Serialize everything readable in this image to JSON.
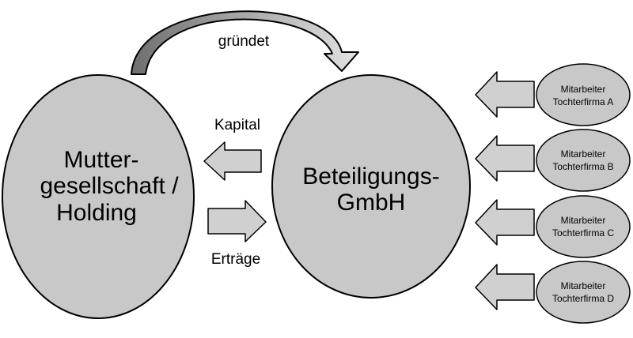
{
  "nodes": {
    "mother": {
      "line1": "Mutter-",
      "line2": "gesellschaft /",
      "line3": "Holding"
    },
    "holding": {
      "line1": "Beteiligungs-",
      "line2": "GmbH"
    },
    "employees": [
      {
        "line1": "Mitarbeiter",
        "line2": "Tochterfirma A"
      },
      {
        "line1": "Mitarbeiter",
        "line2": "Tochterfirma B"
      },
      {
        "line1": "Mitarbeiter",
        "line2": "Tochterfirma C"
      },
      {
        "line1": "Mitarbeiter",
        "line2": "Tochterfirma D"
      }
    ]
  },
  "edges": {
    "founds": "gründet",
    "capital": "Kapital",
    "returns": "Erträge"
  },
  "colors": {
    "node_fill": "#c8c8c8",
    "arrow_fill": "#d0d0d0",
    "curved_arrow_fill": "#808080",
    "stroke": "#000000"
  }
}
